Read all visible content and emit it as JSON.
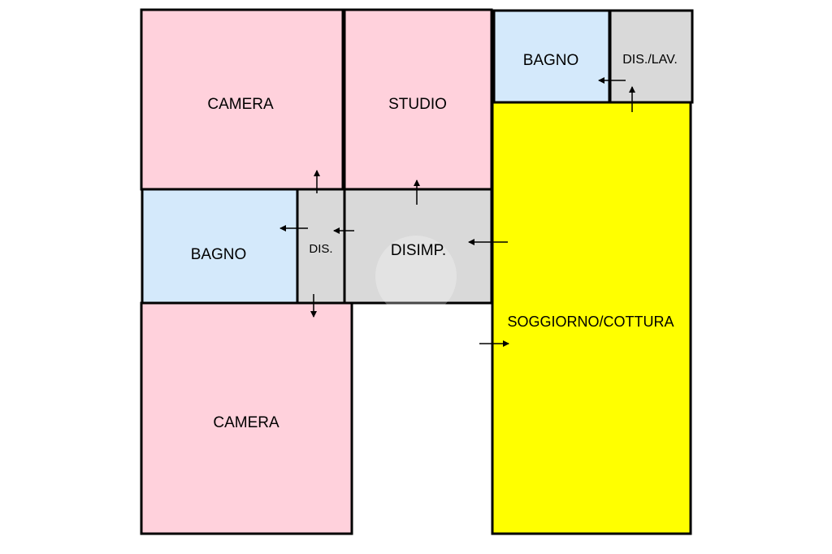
{
  "colors": {
    "camera": "#ffd1dc",
    "bagno": "#d4e9fb",
    "disimpegno": "#d9d9d9",
    "soggiorno": "#ffff00",
    "wall": "#000000"
  },
  "rooms": {
    "camera_top": {
      "label": "CAMERA",
      "fill": "camera"
    },
    "studio": {
      "label": "STUDIO",
      "fill": "camera"
    },
    "bagno_top": {
      "label": "BAGNO",
      "fill": "bagno"
    },
    "dis_lav": {
      "label": "DIS./LAV.",
      "fill": "disimpegno"
    },
    "bagno_left": {
      "label": "BAGNO",
      "fill": "bagno"
    },
    "dis": {
      "label": "DIS.",
      "fill": "disimpegno"
    },
    "disimp": {
      "label": "DISIMP.",
      "fill": "disimpegno"
    },
    "soggiorno": {
      "label": "SOGGIORNO/COTTURA",
      "fill": "soggiorno"
    },
    "camera_bottom": {
      "label": "CAMERA",
      "fill": "camera"
    }
  }
}
